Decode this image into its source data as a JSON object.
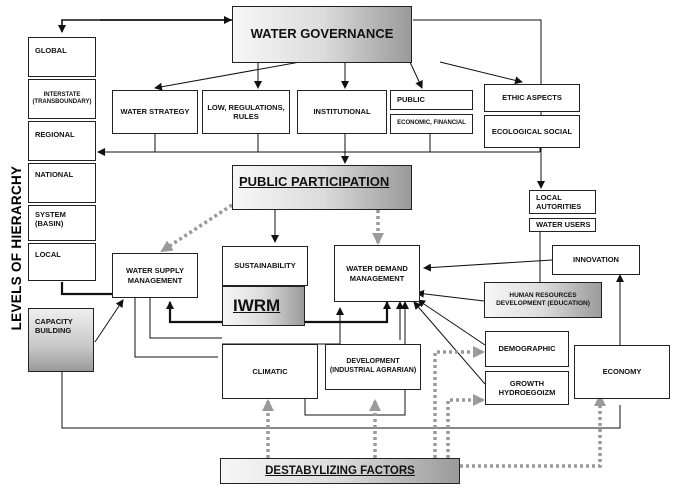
{
  "vertical_label": "LEVELS OF HIERARCHY",
  "governance": "WATER GOVERNANCE",
  "levels": [
    "GLOBAL",
    "INTERSTATE (TRANSBOUNDARY)",
    "REGIONAL",
    "NATIONAL",
    "SYSTEM (BASIN)",
    "LOCAL"
  ],
  "gov_children": {
    "water_strategy": "WATER STRATEGY",
    "low_regulations": "LOW, REGULATIONS, RULES",
    "institutional": "INSTITUTIONAL",
    "public": "PUBLIC",
    "economic_financial": "ECONOMIC, FINANCIAL",
    "ethic_aspects": "ETHIC ASPECTS",
    "ecological_social": "ECOLOGICAL SOCIAL"
  },
  "public_participation": "PUBLIC PARTICIPATION",
  "local_autorities": "LOCAL AUTORITIES",
  "water_users": "WATER USERS",
  "water_supply": "WATER SUPPLY MANAGEMENT",
  "sustainability": "SUSTAINABILITY",
  "water_demand": "WATER DEMAND MANAGEMENT",
  "innovation": "INNOVATION",
  "human_resources": "HUMAN RESOURCES DEVELOPMENT (EDUCATION)",
  "iwrm": "IWRM",
  "capacity_building": "CAPACITY BUILDING",
  "demographic": "DEMOGRAPHIC",
  "climatic": "CLIMATIC",
  "development": "DEVELOPMENT (INDUSTRIAL AGRARIAN)",
  "growth": "GROWTH HYDROEGOIZM",
  "economy": "ECONOMY",
  "destabylizing": "DESTABYLIZING FACTORS"
}
